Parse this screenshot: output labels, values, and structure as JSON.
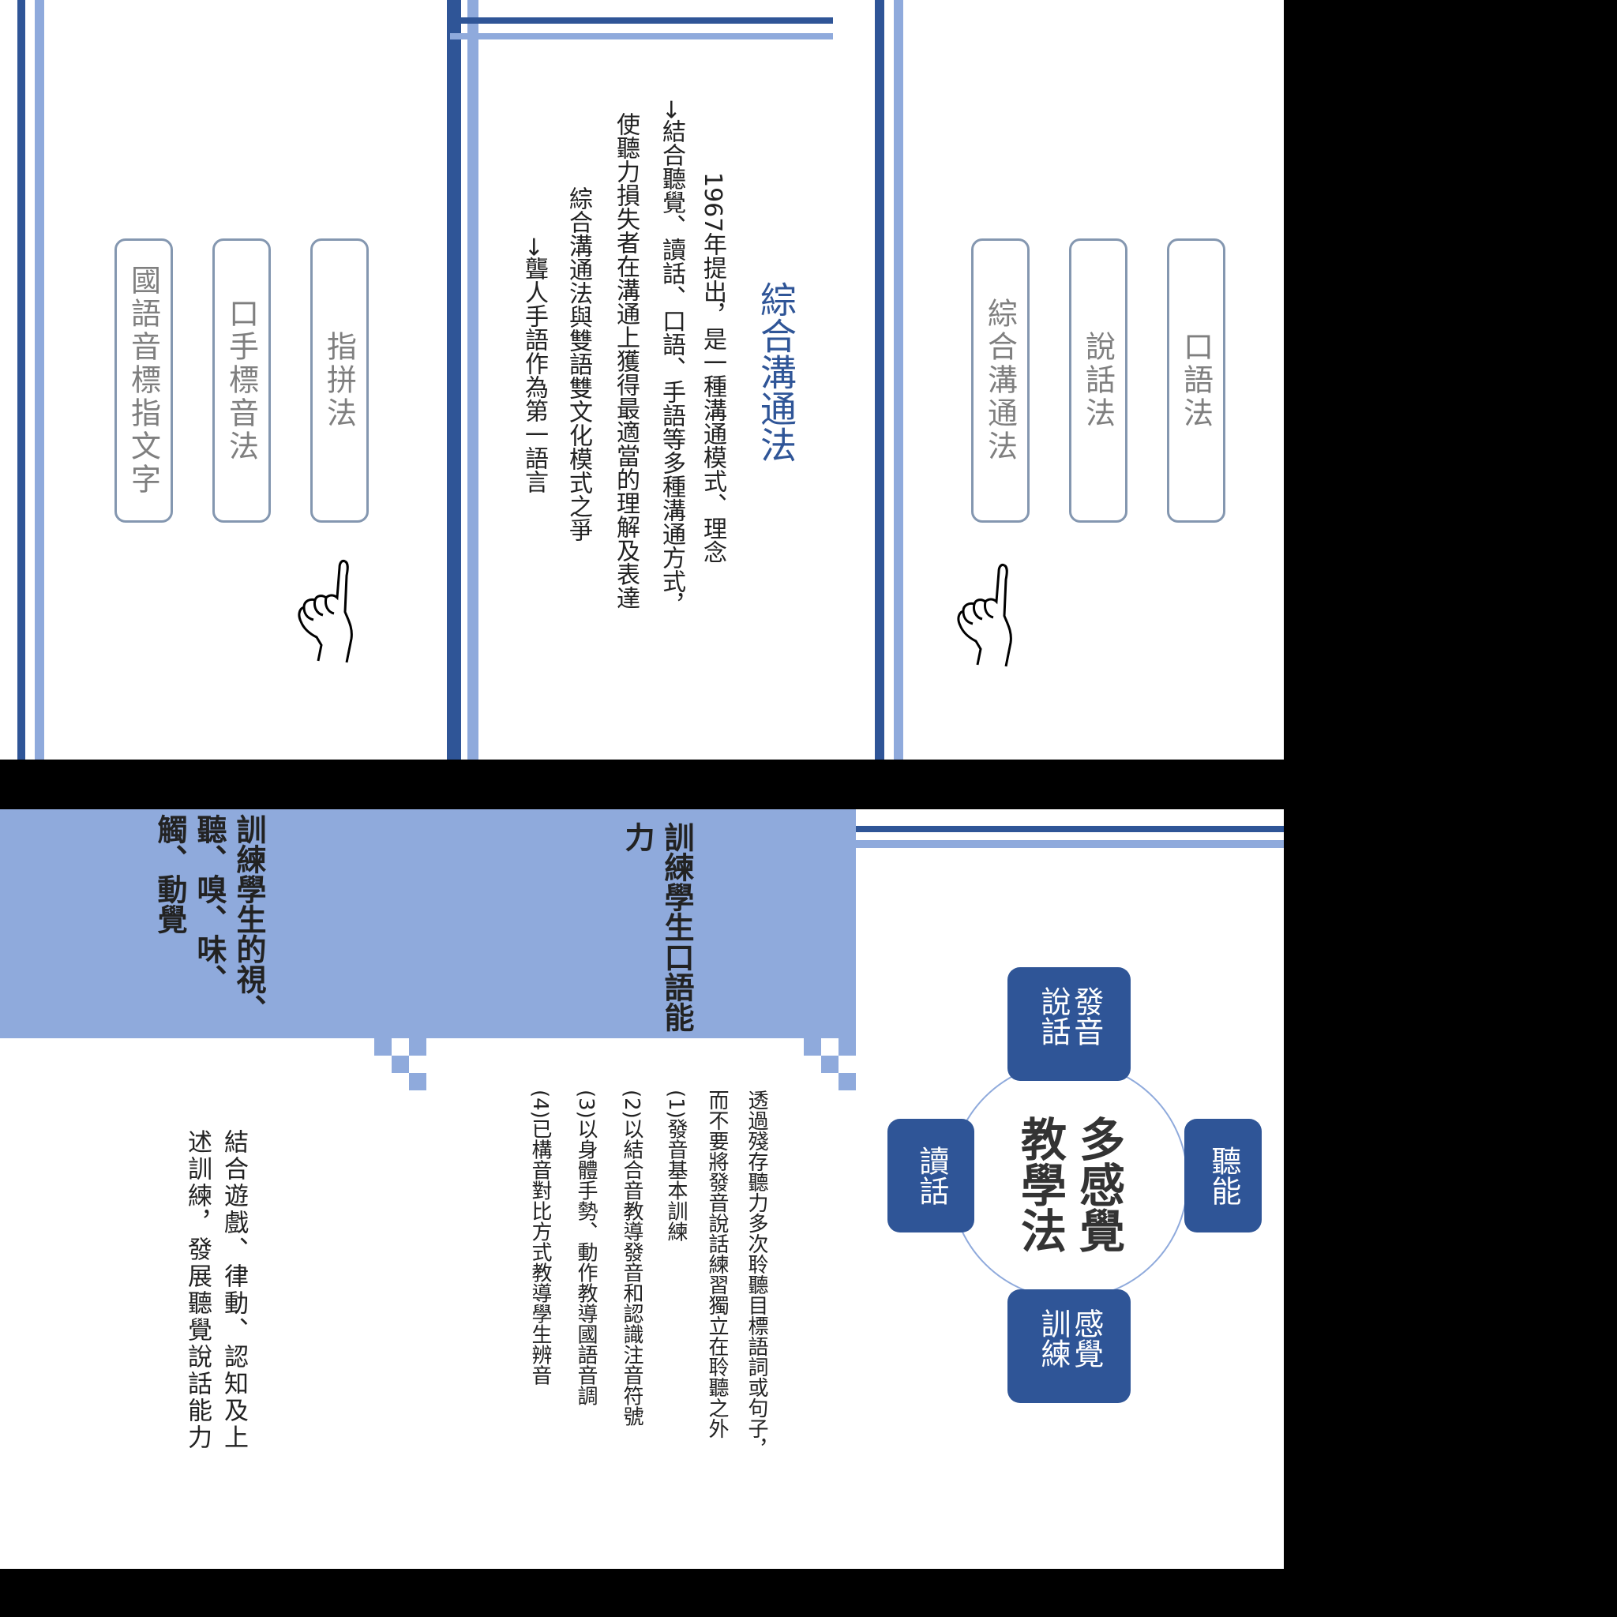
{
  "slide_left_top": {
    "options": [
      "國語音標指文字",
      "口手標音法",
      "指拼法"
    ]
  },
  "slide_mid_top": {
    "title": "綜合溝通法",
    "lines": [
      "1967年提出，是一種溝通模式、理念",
      "→結合聽覺、讀話、口語、手語等多種溝通方式，",
      "使聽力損失者在溝通上獲得最適當的理解及表達",
      "綜合溝通法與雙語雙文化模式之爭",
      "→聾人手語作為第一語言"
    ]
  },
  "slide_right_top": {
    "options": [
      "綜合溝通法",
      "說話法",
      "口語法"
    ]
  },
  "slide_bottom_left": {
    "header_left": "訓練學生的視、聽、嗅、味、觸、動覺",
    "header_right": "訓練學生口語能力",
    "text_left": [
      "結合遊戲、律動、認知及上",
      "述訓練，發展聽覺說話能力"
    ],
    "text_right": [
      "透過殘存聽力多次聆聽目標語詞或句子，",
      "而不要將發音說話練習獨立在聆聽之外",
      "(1)發音基本訓練",
      "(2)以結合音教導發音和認識注音符號",
      "(3)以身體手勢、動作教導國語音調",
      "(4)已構音對比方式教導學生辨音"
    ]
  },
  "slide_bottom_right": {
    "center": "多感覺教學法",
    "nodes": {
      "top": "發音說話",
      "right": "聽能",
      "bottom": "感覺訓練",
      "left": "讀話"
    }
  },
  "colors": {
    "dark_blue": "#2f5597",
    "light_blue": "#8faadc",
    "pill_border": "#8497b0"
  }
}
